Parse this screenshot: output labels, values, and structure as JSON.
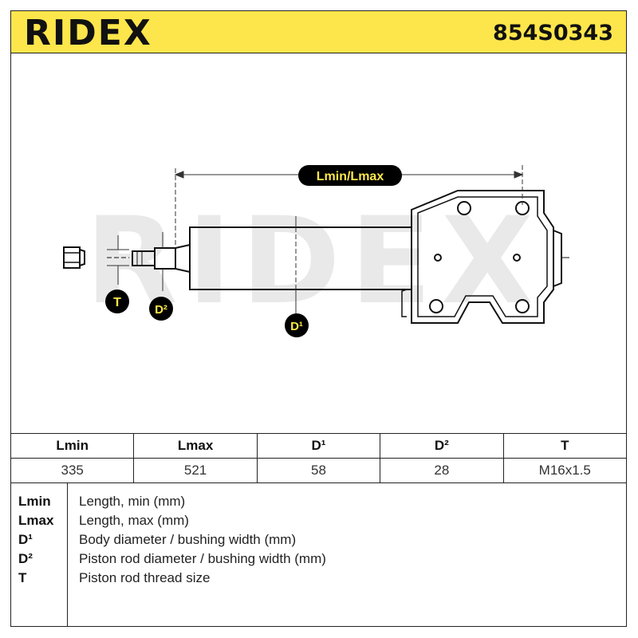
{
  "header": {
    "brand": "RIDEX",
    "part_number": "854S0343"
  },
  "drawing": {
    "watermark": "RIDEX",
    "dimension_label": "Lmin/Lmax",
    "labels": {
      "t": "T",
      "d2": "D²",
      "d1": "D¹"
    },
    "colors": {
      "badge": "#000000",
      "badge_text": "#fde64b",
      "accent": "#fde64b"
    }
  },
  "table": {
    "headers": [
      "Lmin",
      "Lmax",
      "D¹",
      "D²",
      "T"
    ],
    "values": [
      "335",
      "521",
      "58",
      "28",
      "M16x1.5"
    ]
  },
  "legend": [
    {
      "abbr": "Lmin",
      "desc": "Length, min (mm)"
    },
    {
      "abbr": "Lmax",
      "desc": "Length, max (mm)"
    },
    {
      "abbr": "D¹",
      "desc": "Body diameter / bushing width (mm)"
    },
    {
      "abbr": "D²",
      "desc": "Piston rod diameter / bushing width (mm)"
    },
    {
      "abbr": "T",
      "desc": "Piston rod thread size"
    }
  ]
}
